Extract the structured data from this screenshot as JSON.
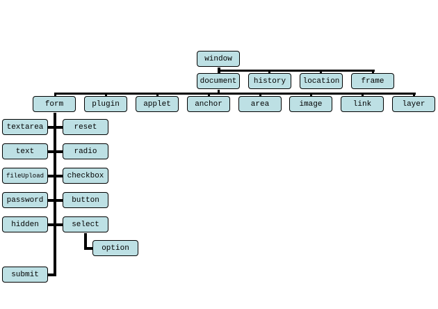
{
  "root": "window",
  "level1": [
    "document",
    "history",
    "location",
    "frame"
  ],
  "level2": [
    "form",
    "plugin",
    "applet",
    "anchor",
    "area",
    "image",
    "link",
    "layer"
  ],
  "form_left": [
    "textarea",
    "text",
    "fileUpload",
    "password",
    "hidden"
  ],
  "form_right": [
    "reset",
    "radio",
    "checkbox",
    "button",
    "select"
  ],
  "select_child": "option",
  "form_bottom": "submit",
  "colors": {
    "node_fill": "#bde0e4",
    "line": "#000000"
  }
}
